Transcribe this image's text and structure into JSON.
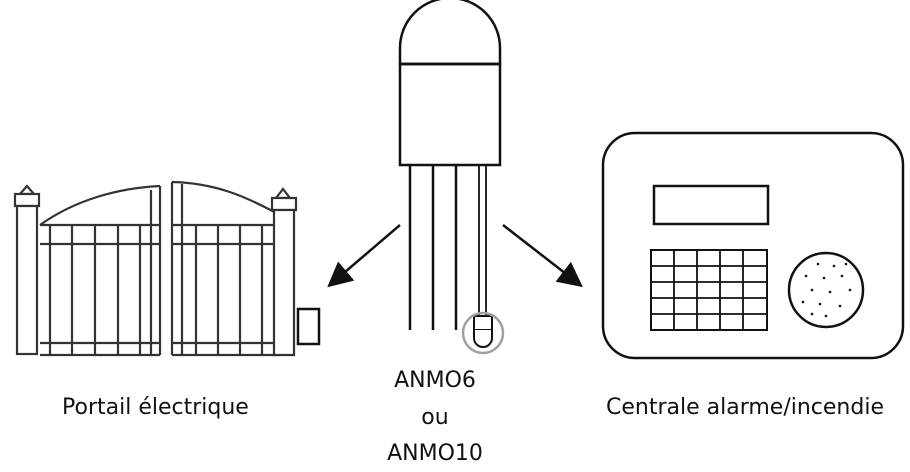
{
  "labels": {
    "gate": "Portail électrique",
    "central": "Centrale alarme/incendie",
    "sensor_line1": "ANMO6",
    "sensor_line2": "ou",
    "sensor_line3": "ANMO10"
  },
  "colors": {
    "stroke": "#111111",
    "gate_stroke": "#333333",
    "highlight_circle": "#a0a0a0"
  },
  "icons": {
    "sensor": "anemometer-sensor-icon",
    "gate": "electric-gate-icon",
    "central": "alarm-control-panel-icon"
  }
}
